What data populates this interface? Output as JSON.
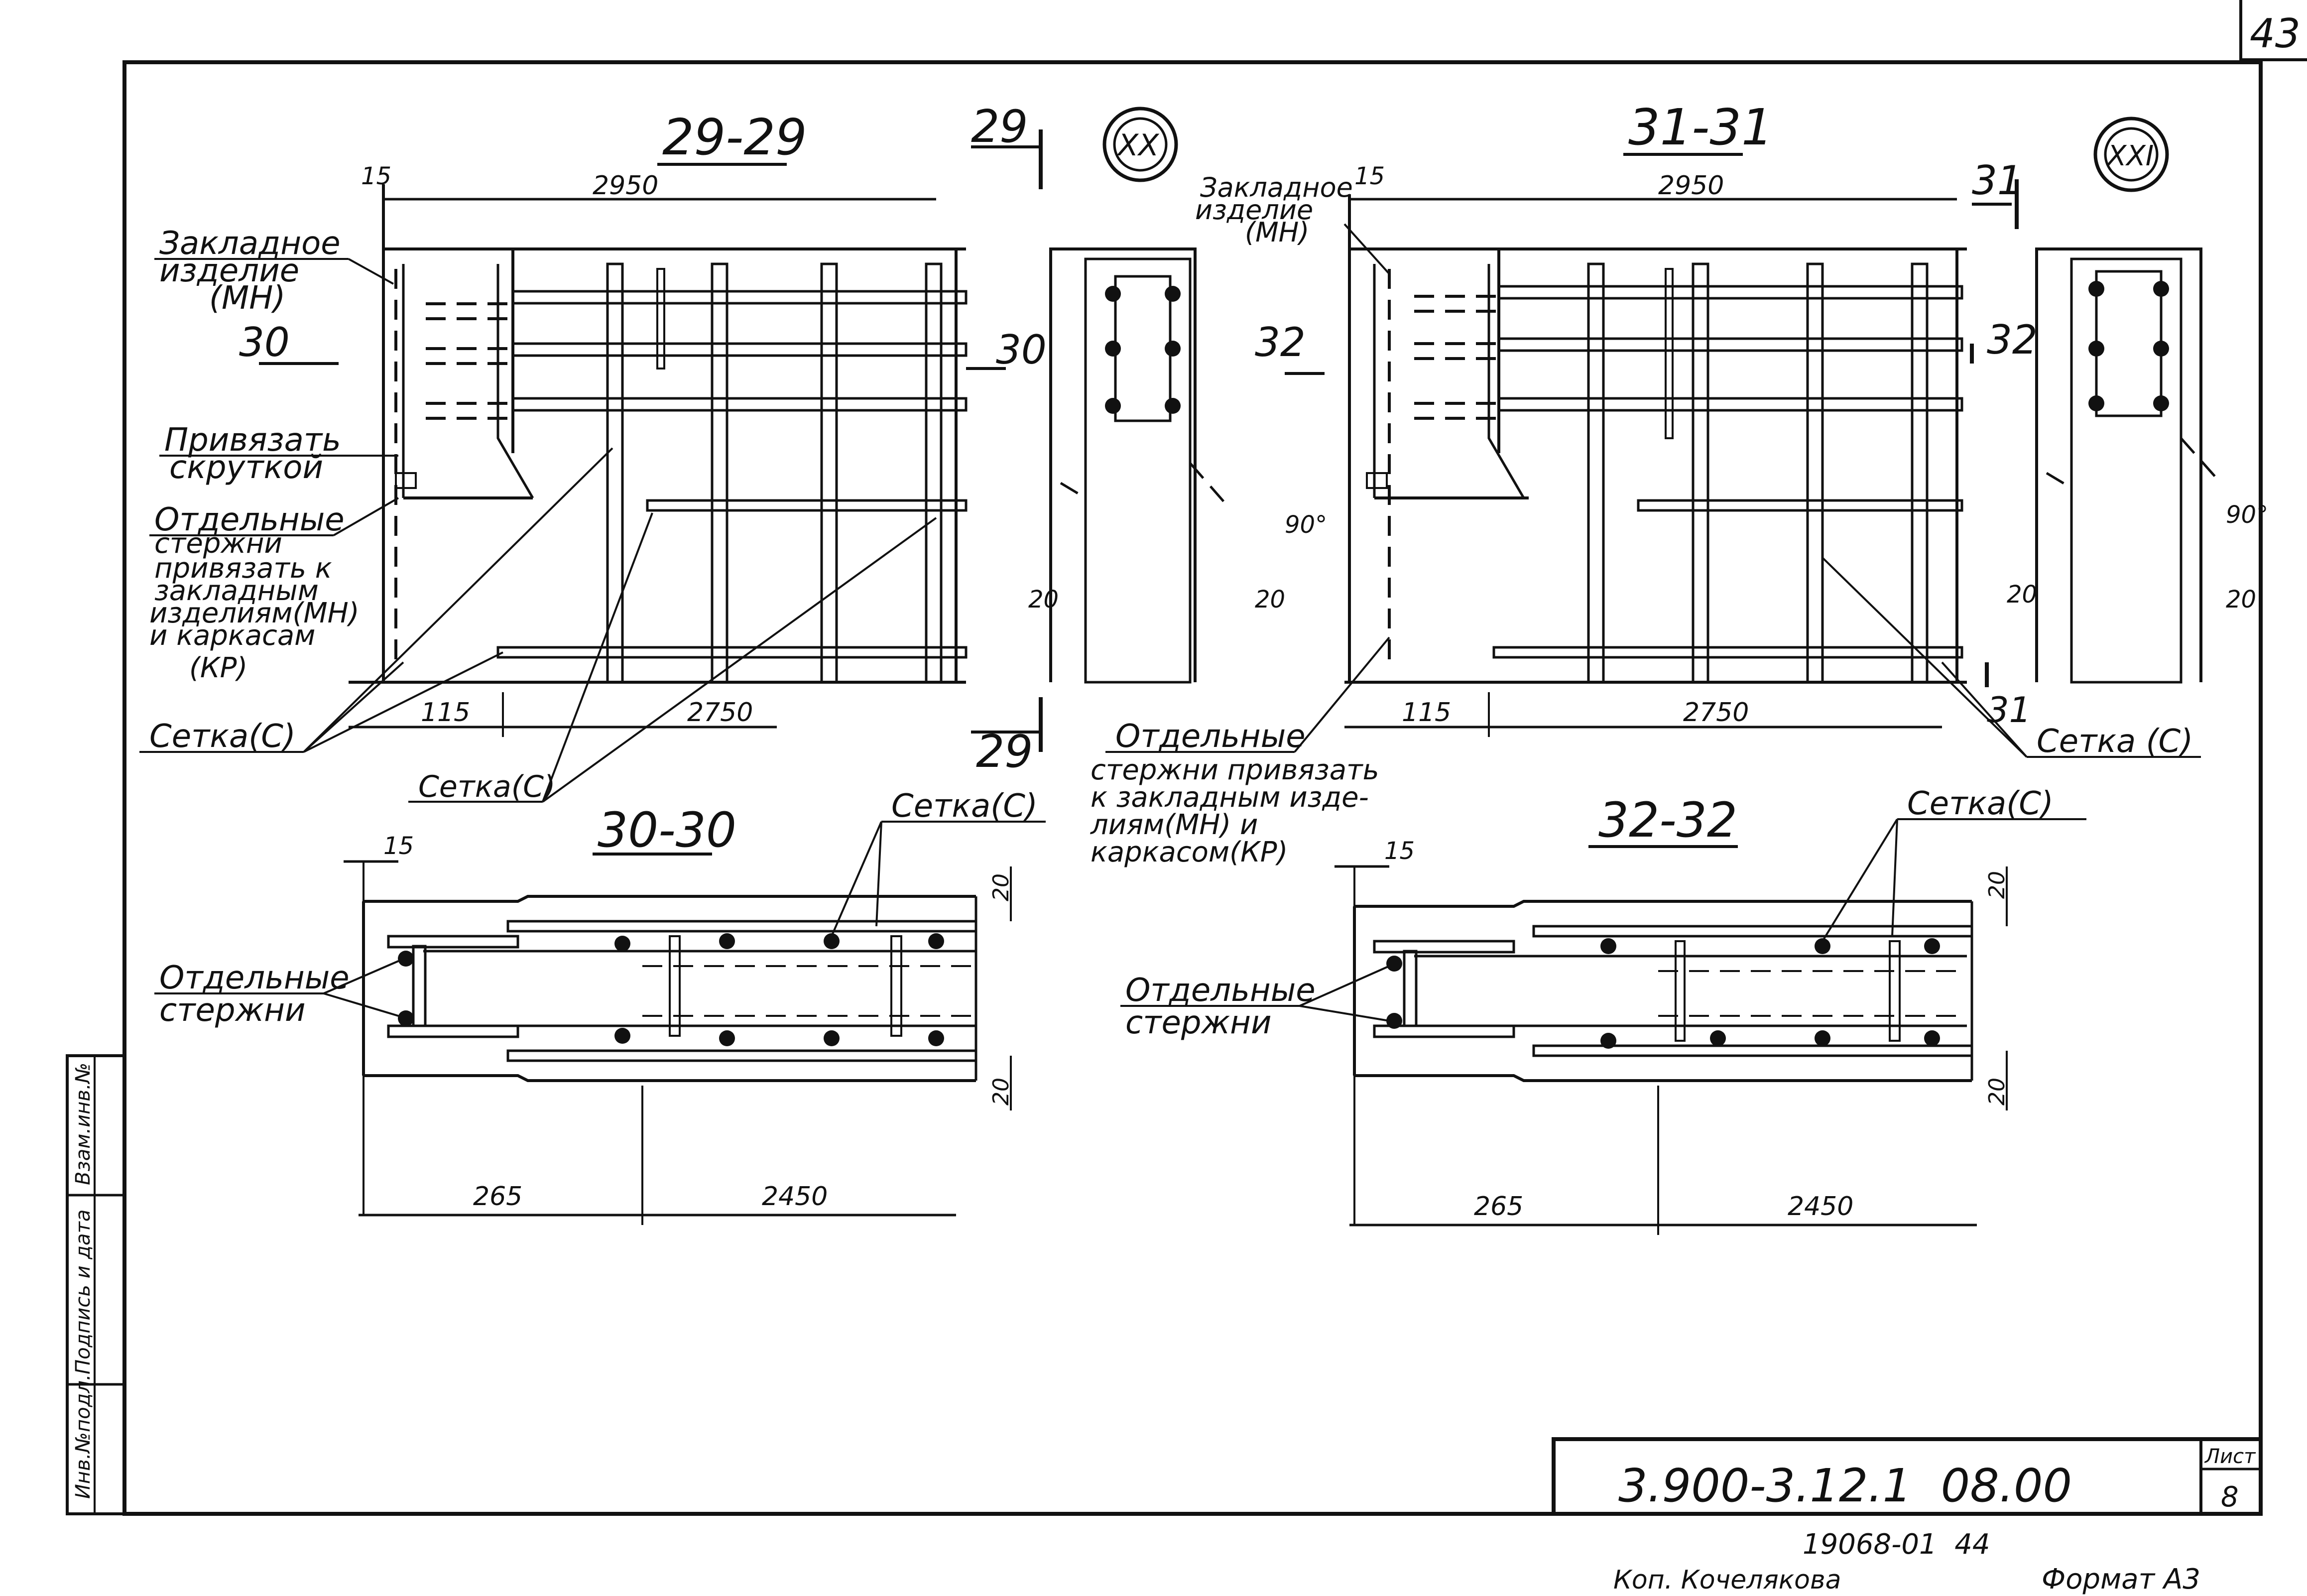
{
  "sheet": {
    "page_number": "43",
    "doc_code": "3.900-3.12.1  08.00",
    "sheet_label": "Лист",
    "sheet_number": "8",
    "archive_number": "19068-01  44",
    "copied_by": "Коп. Кочелякова",
    "format": "Формат А3",
    "side_stamp": [
      "Инв.№подл.",
      "Подпись и дата",
      "Взам.инв.№"
    ]
  },
  "view_29": {
    "title": "29-29",
    "cut_top": "29",
    "cut_bottom": "29",
    "cut_side": "30",
    "cut_left": "30",
    "node": "XX",
    "dim_15": "15",
    "dim_2950": "2950",
    "dim_115": "115",
    "dim_2750": "2750",
    "angle": "90°",
    "dim_20_left": "20",
    "dim_20_right": "20",
    "label_embedded": [
      "Закладное",
      "изделие",
      "(МН)"
    ],
    "label_tie": [
      "Привязать",
      "скруткой"
    ],
    "label_bars": [
      "Отдельные",
      "стержни",
      "привязать к",
      "закладным",
      "изделиям(МН)",
      "и каркасам",
      "(КР)"
    ],
    "label_mesh1": "Сетка(С)",
    "label_mesh2": "Сетка(С)"
  },
  "view_31": {
    "title": "31-31",
    "cut_top": "31",
    "cut_bottom": "31",
    "cut_side": "32",
    "cut_left": "32",
    "node": "XXI",
    "dim_15": "15",
    "dim_2950": "2950",
    "dim_115": "115",
    "dim_2750": "2750",
    "angle": "90°",
    "dim_20_left": "20",
    "dim_20_right": "20",
    "label_embedded": [
      "Закладное",
      "изделие",
      "(МН)"
    ],
    "label_bars": [
      "Отдельные",
      "стержни привязать",
      "к закладным изде-",
      "лиям(МН) и",
      "каркасом(КР)"
    ],
    "label_mesh": "Сетка (С)"
  },
  "view_30": {
    "title": "30-30",
    "dim_15": "15",
    "dim_265": "265",
    "dim_2450": "2450",
    "dim_20_top": "20",
    "dim_20_bottom": "20",
    "label_mesh": "Сетка(С)",
    "label_bars": [
      "Отдельные",
      "стержни"
    ]
  },
  "view_32": {
    "title": "32-32",
    "dim_15": "15",
    "dim_265": "265",
    "dim_2450": "2450",
    "dim_20_top": "20",
    "dim_20_bottom": "20",
    "label_mesh": "Сетка(С)",
    "label_bars": [
      "Отдельные",
      "стержни"
    ]
  }
}
